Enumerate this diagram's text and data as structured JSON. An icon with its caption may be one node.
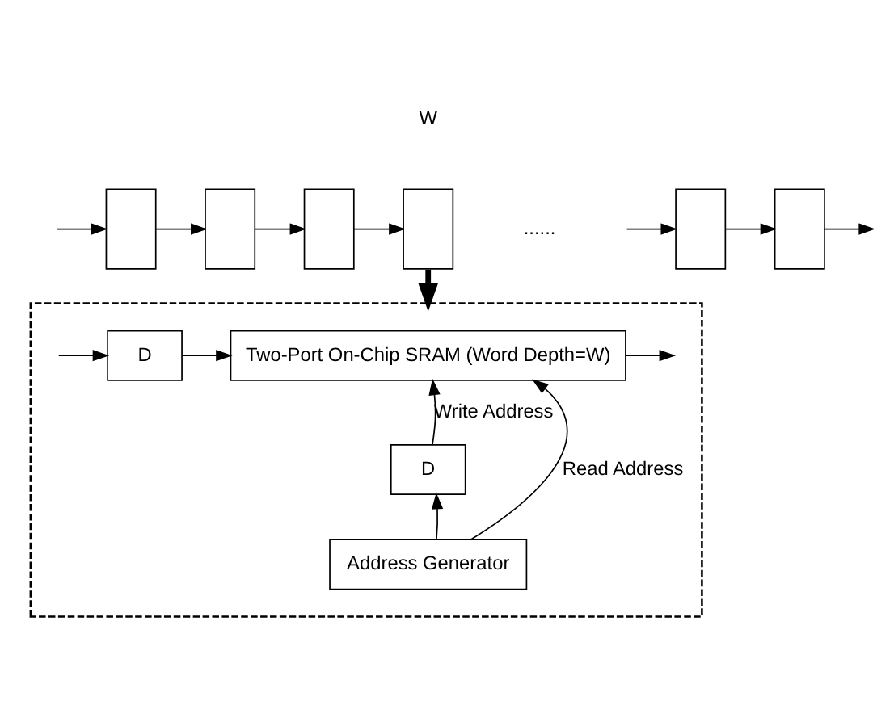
{
  "diagram": {
    "nodes": [
      {
        "text": [],
        "shape": "box"
      },
      {
        "text": [],
        "shape": "box"
      },
      {
        "text": [],
        "shape": "box"
      },
      {
        "text": [],
        "shape": "box"
      },
      {
        "text": [],
        "shape": "box"
      },
      {
        "text": [],
        "shape": "box"
      },
      {
        "text": [],
        "shape": "box"
      },
      {
        "text": [
          "D"
        ],
        "in": 6
      },
      {
        "text": [
          "Two-Port On-Chip SRAM (Word Depth=W)"
        ],
        "in": 6
      },
      {
        "text": [
          "D"
        ],
        "in": 6
      },
      {
        "text": [
          "Address Generator"
        ],
        "in": 6
      }
    ],
    "edges": [
      {
        "from": null,
        "to": 0,
        "arrow": "to"
      },
      {
        "from": 0,
        "to": 1,
        "arrow": "to"
      },
      {
        "from": 1,
        "to": 2,
        "arrow": "to"
      },
      {
        "from": 2,
        "to": 3,
        "arrow": "to"
      },
      {
        "from": null,
        "to": 4,
        "arrow": "to"
      },
      {
        "from": 4,
        "to": 5,
        "arrow": "to"
      },
      {
        "from": 5,
        "to": null,
        "arrow": "to"
      },
      {
        "from": 3,
        "to": 6,
        "arrow": "to",
        "style": "thick"
      },
      {
        "from": null,
        "to": 7,
        "arrow": "to"
      },
      {
        "from": 7,
        "to": 8,
        "arrow": "to"
      },
      {
        "from": 8,
        "to": null,
        "arrow": "to"
      },
      {
        "from": 9,
        "to": 8,
        "arrow": "to",
        "label": "Write Address"
      },
      {
        "from": 10,
        "to": 8,
        "arrow": "to",
        "label": "Read Address"
      },
      {
        "from": 10,
        "to": 9,
        "arrow": "to"
      }
    ],
    "labels": [
      "W",
      "......"
    ]
  }
}
